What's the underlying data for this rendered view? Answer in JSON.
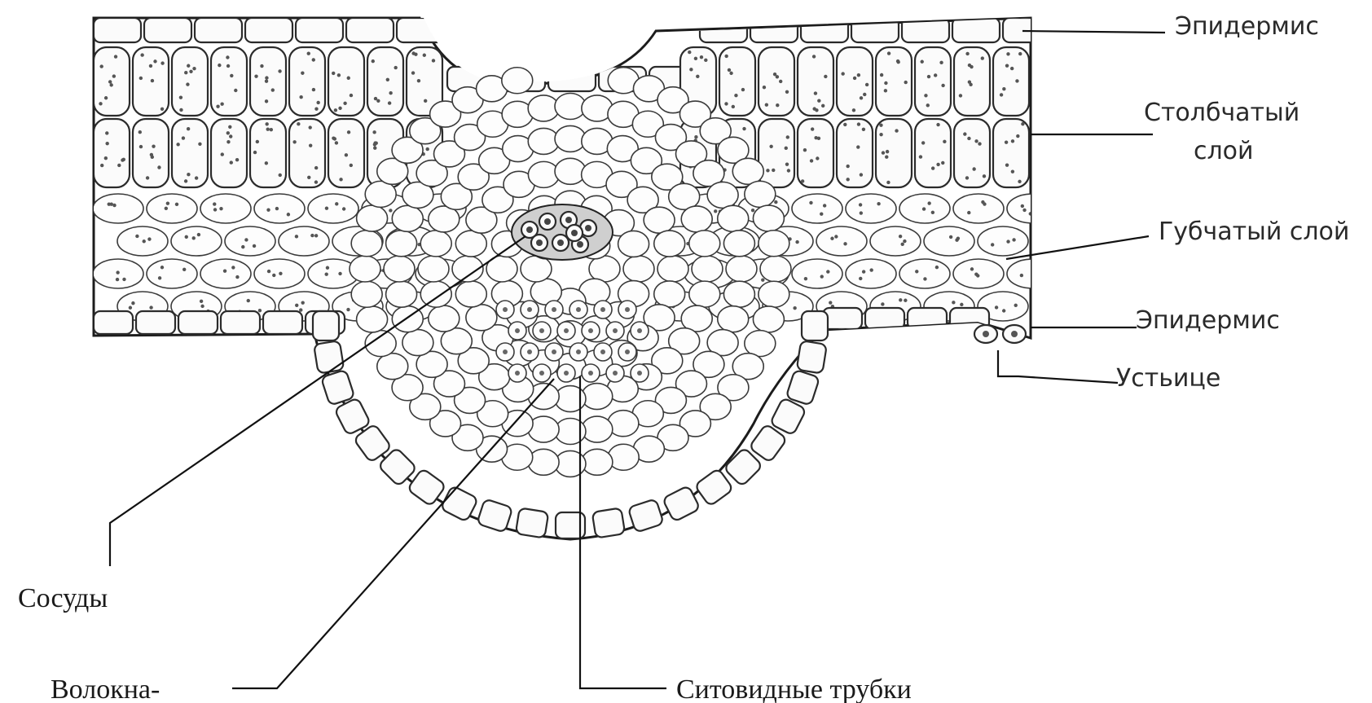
{
  "labels": {
    "epidermis_top": "Эпидермис",
    "palisade": "Столбчатый слой",
    "spongy": "Губчатый слой",
    "epidermis_bottom": "Эпидермис",
    "stoma": "Устьице",
    "vessels": "Сосуды",
    "fibers": "Волокна-",
    "sieve_tubes": "Ситовидные трубки"
  }
}
